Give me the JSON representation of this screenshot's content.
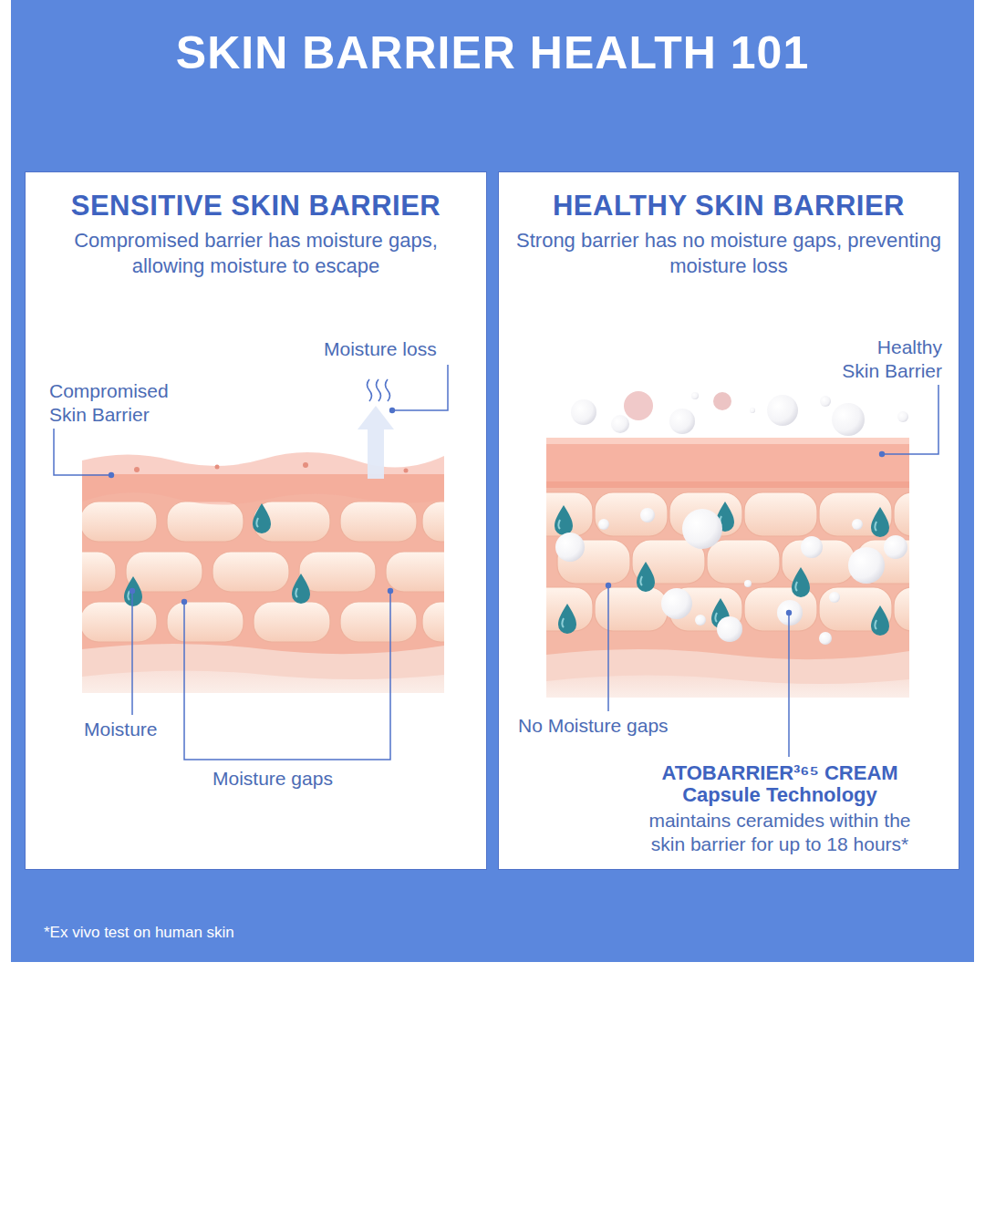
{
  "diagram": {
    "title": "SKIN BARRIER HEALTH 101",
    "nodes": [
      {
        "text": [
          "SENSITIVE SKIN BARRIER",
          "Compromised barrier has moisture gaps, allowing moisture to escape"
        ]
      },
      {
        "text": [
          "HEALTHY SKIN BARRIER",
          "Strong barrier has no moisture gaps, preventing moisture loss"
        ]
      }
    ],
    "labels": [
      "Moisture loss",
      "Compromised Skin Barrier",
      "Moisture",
      "Moisture gaps",
      "Healthy Skin Barrier",
      "No Moisture gaps",
      "ATOBARRIER³⁶⁵ CREAM",
      "Capsule Technology",
      "maintains ceramides within the skin barrier for up to 18 hours*",
      "*Ex vivo test on human skin"
    ]
  }
}
